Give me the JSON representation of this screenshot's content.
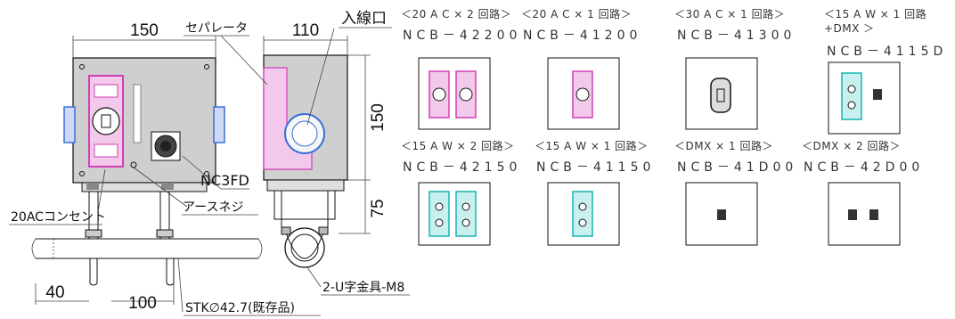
{
  "dimensions": {
    "front_width": "150",
    "side_width": "110",
    "side_height": "150",
    "bracket_height": "75",
    "offset_40": "40",
    "spacing_100": "100"
  },
  "labels": {
    "separator": "セパレータ",
    "inlet": "入線口",
    "nc3fd": "NC3FD",
    "outlet": "20ACコンセント",
    "earth_screw": "アースネジ",
    "u_bolt": "2-U字金具-M8",
    "pipe": "STK∅42.7(既存品)"
  },
  "variants": [
    {
      "header": "＜20 A C × 2 回路＞",
      "model": "NCB－42200"
    },
    {
      "header": "＜20 A C × 1 回路＞",
      "model": "NCB－41200"
    },
    {
      "header": "＜30 A C × 1 回路＞",
      "model": "NCB－41300"
    },
    {
      "header": "＜15 A W × 1 回路",
      "header2": "+DMX ＞",
      "model": "NCB－4115D"
    },
    {
      "header": "＜15 A W × 2 回路＞",
      "model": "NCB－42150"
    },
    {
      "header": "＜15 A W × 1 回路＞",
      "model": "NCB－41150"
    },
    {
      "header": "＜DMX × 1 回路＞",
      "model": "NCB－41D00"
    },
    {
      "header": "＜DMX × 2 回路＞",
      "model": "NCB－42D00"
    }
  ],
  "colors": {
    "outlet_magenta": "#d13fb5",
    "outlet_teal": "#17b3b3",
    "bracket_blue": "#3a6fd8",
    "body_gray": "#c9c9c9"
  }
}
